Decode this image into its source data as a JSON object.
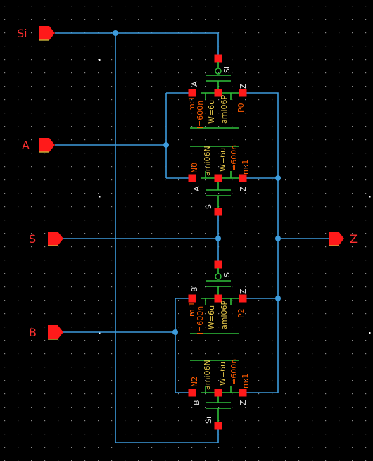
{
  "ports": {
    "si": "Si",
    "a": "A",
    "s": "S",
    "b": "B",
    "z": "Z"
  },
  "devices": {
    "p0": {
      "name": "P0",
      "gate": "A",
      "top": "Si",
      "right": "Z",
      "w": "W=6u",
      "l": "l=600n",
      "m": "m:1",
      "model": "ami06P"
    },
    "n0": {
      "name": "N0",
      "gate": "A",
      "bottom": "Si",
      "right": "Z",
      "w": "W=6u",
      "l": "l=600n",
      "m": "m:1",
      "model": "ami06N"
    },
    "p2": {
      "name": "P2",
      "gate": "B",
      "top": "S",
      "right": "Z",
      "w": "W=6u",
      "l": "l=600n",
      "m": "m:1",
      "model": "ami06P"
    },
    "n2": {
      "name": "N2",
      "gate": "B",
      "bottom": "Si",
      "right": "Z",
      "w": "W=6u",
      "l": "l=600n",
      "m": "m:1",
      "model": "ami06N"
    }
  },
  "colors": {
    "wire": "#3d9bdc",
    "device": "#2fbf3a",
    "pin": "#ff1a1a",
    "label": "#ff3030",
    "background": "#000000"
  }
}
